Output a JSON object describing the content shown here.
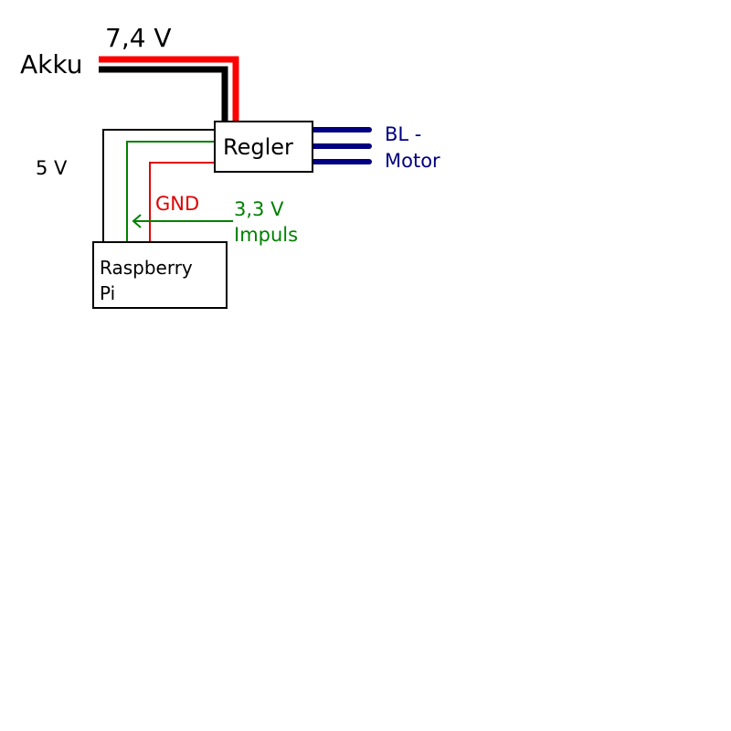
{
  "labels": {
    "battery": "Akku",
    "battery_voltage": "7,4 V",
    "controller": "Regler",
    "motor_line1": "BL -",
    "motor_line2": "Motor",
    "supply_voltage": "5 V",
    "ground": "GND",
    "signal_line1": "3,3 V",
    "signal_line2": "Impuls",
    "pi_line1": "Raspberry",
    "pi_line2": "Pi"
  },
  "colors": {
    "positive_wire": "#ff0000",
    "negative_wire": "#000000",
    "supply_wire": "#000000",
    "signal_wire": "#008000",
    "ground_wire": "#e00000",
    "motor_wires": "#000080",
    "text": "#000000"
  }
}
